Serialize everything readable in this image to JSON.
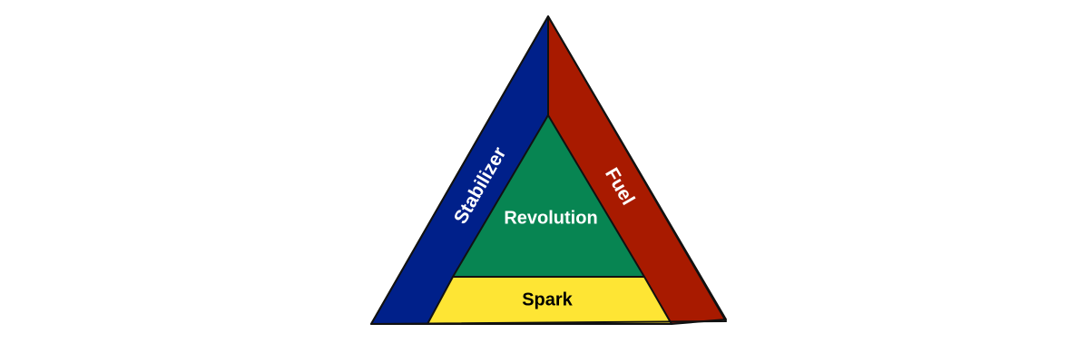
{
  "diagram": {
    "segments": {
      "stabilizer": {
        "label": "Stabilizer",
        "color": "#00208A"
      },
      "fuel": {
        "label": "Fuel",
        "color": "#A81A00"
      },
      "revolution": {
        "label": "Revolution",
        "color": "#078552"
      },
      "spark": {
        "label": "Spark",
        "color": "#FEE534"
      }
    },
    "outline_color": "#111111"
  }
}
